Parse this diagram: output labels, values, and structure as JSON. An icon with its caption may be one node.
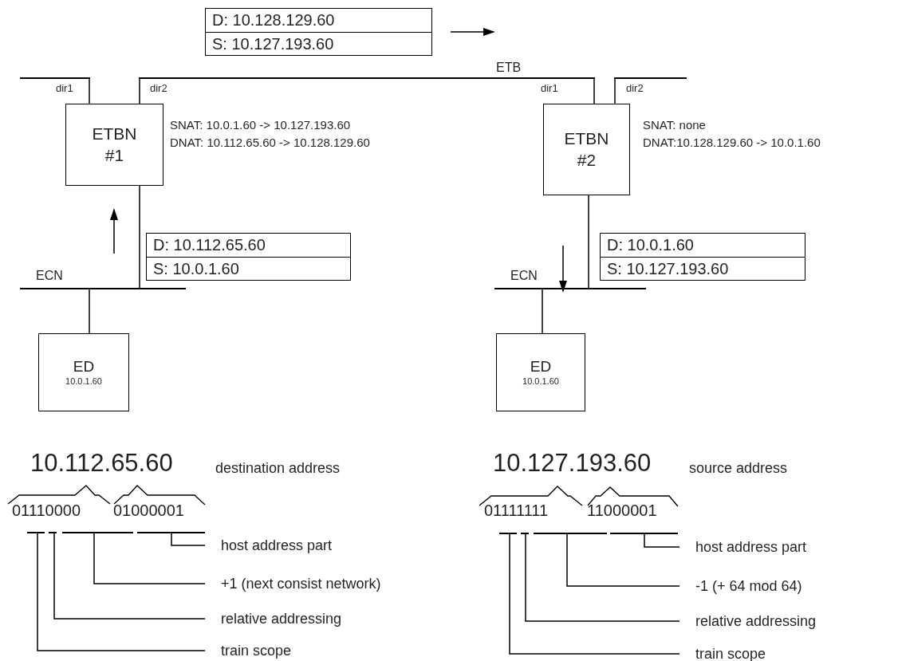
{
  "diagram": {
    "nodes": [
      {
        "text": [
          "D: 10.128.129.60",
          "S: 10.127.193.60"
        ]
      },
      {
        "text": [
          "ETBN #1"
        ],
        "beside": [
          "SNAT: 10.0.1.60 -> 10.127.193.60",
          "DNAT: 10.112.65.60 -> 10.128.129.60"
        ]
      },
      {
        "text": [
          "ETBN #2"
        ],
        "beside": [
          "SNAT: none",
          "DNAT:10.128.129.60 -> 10.0.1.60"
        ]
      },
      {
        "text": [
          "D: 10.112.65.60",
          "S: 10.0.1.60"
        ]
      },
      {
        "text": [
          "D: 10.0.1.60",
          "S: 10.127.193.60"
        ]
      },
      {
        "text": [
          "ED",
          "10.0.1.60"
        ]
      },
      {
        "text": [
          "ED",
          "10.0.1.60"
        ]
      },
      {
        "text": [],
        "shape": "bar"
      },
      {
        "text": [],
        "shape": "bar",
        "beside": [
          "ETB"
        ]
      },
      {
        "text": [],
        "shape": "bar"
      },
      {
        "text": [],
        "shape": "bar",
        "beside": [
          "ECN"
        ]
      },
      {
        "text": [],
        "shape": "bar",
        "beside": [
          "ECN"
        ]
      },
      {
        "text": [],
        "shape": "bar"
      },
      {
        "text": [],
        "shape": "bar"
      },
      {
        "text": [],
        "shape": "bar"
      },
      {
        "text": [],
        "shape": "bar"
      },
      {
        "text": [],
        "shape": "bar"
      },
      {
        "text": [],
        "shape": "bar"
      },
      {
        "text": [],
        "shape": "bar"
      },
      {
        "text": [],
        "shape": "bar"
      },
      {
        "text": [
          "host address part"
        ]
      },
      {
        "text": [
          "+1 (next consist network)"
        ]
      },
      {
        "text": [
          "relative addressing"
        ]
      },
      {
        "text": [
          "train scope"
        ]
      },
      {
        "text": [
          "host address part"
        ]
      },
      {
        "text": [
          "-1 (+ 64 mod 64)"
        ]
      },
      {
        "text": [
          "relative addressing"
        ]
      },
      {
        "text": [
          "train scope"
        ]
      }
    ],
    "edges": [
      {
        "from": 1,
        "to": 7,
        "arrow": "none"
      },
      {
        "from": 1,
        "to": 8,
        "arrow": "none"
      },
      {
        "from": 2,
        "to": 8,
        "arrow": "none"
      },
      {
        "from": 2,
        "to": 9,
        "arrow": "none"
      },
      {
        "from": 1,
        "to": 10,
        "arrow": "none"
      },
      {
        "from": 5,
        "to": 10,
        "arrow": "none"
      },
      {
        "from": 2,
        "to": 11,
        "arrow": "none"
      },
      {
        "from": 6,
        "to": 11,
        "arrow": "none"
      },
      {
        "from": 20,
        "to": 15,
        "arrow": "none"
      },
      {
        "from": 21,
        "to": 14,
        "arrow": "none"
      },
      {
        "from": 22,
        "to": 13,
        "arrow": "none"
      },
      {
        "from": 23,
        "to": 12,
        "arrow": "none"
      },
      {
        "from": 24,
        "to": 19,
        "arrow": "none"
      },
      {
        "from": 25,
        "to": 18,
        "arrow": "none"
      },
      {
        "from": 26,
        "to": 17,
        "arrow": "none"
      },
      {
        "from": 27,
        "to": 16,
        "arrow": "none"
      }
    ],
    "labels": [
      "dir1",
      "dir2",
      "dir1",
      "dir2",
      "10.112.65.60",
      "destination address",
      "01110000",
      "01000001",
      "10.127.193.60",
      "source address",
      "01111111",
      "11000001"
    ]
  }
}
